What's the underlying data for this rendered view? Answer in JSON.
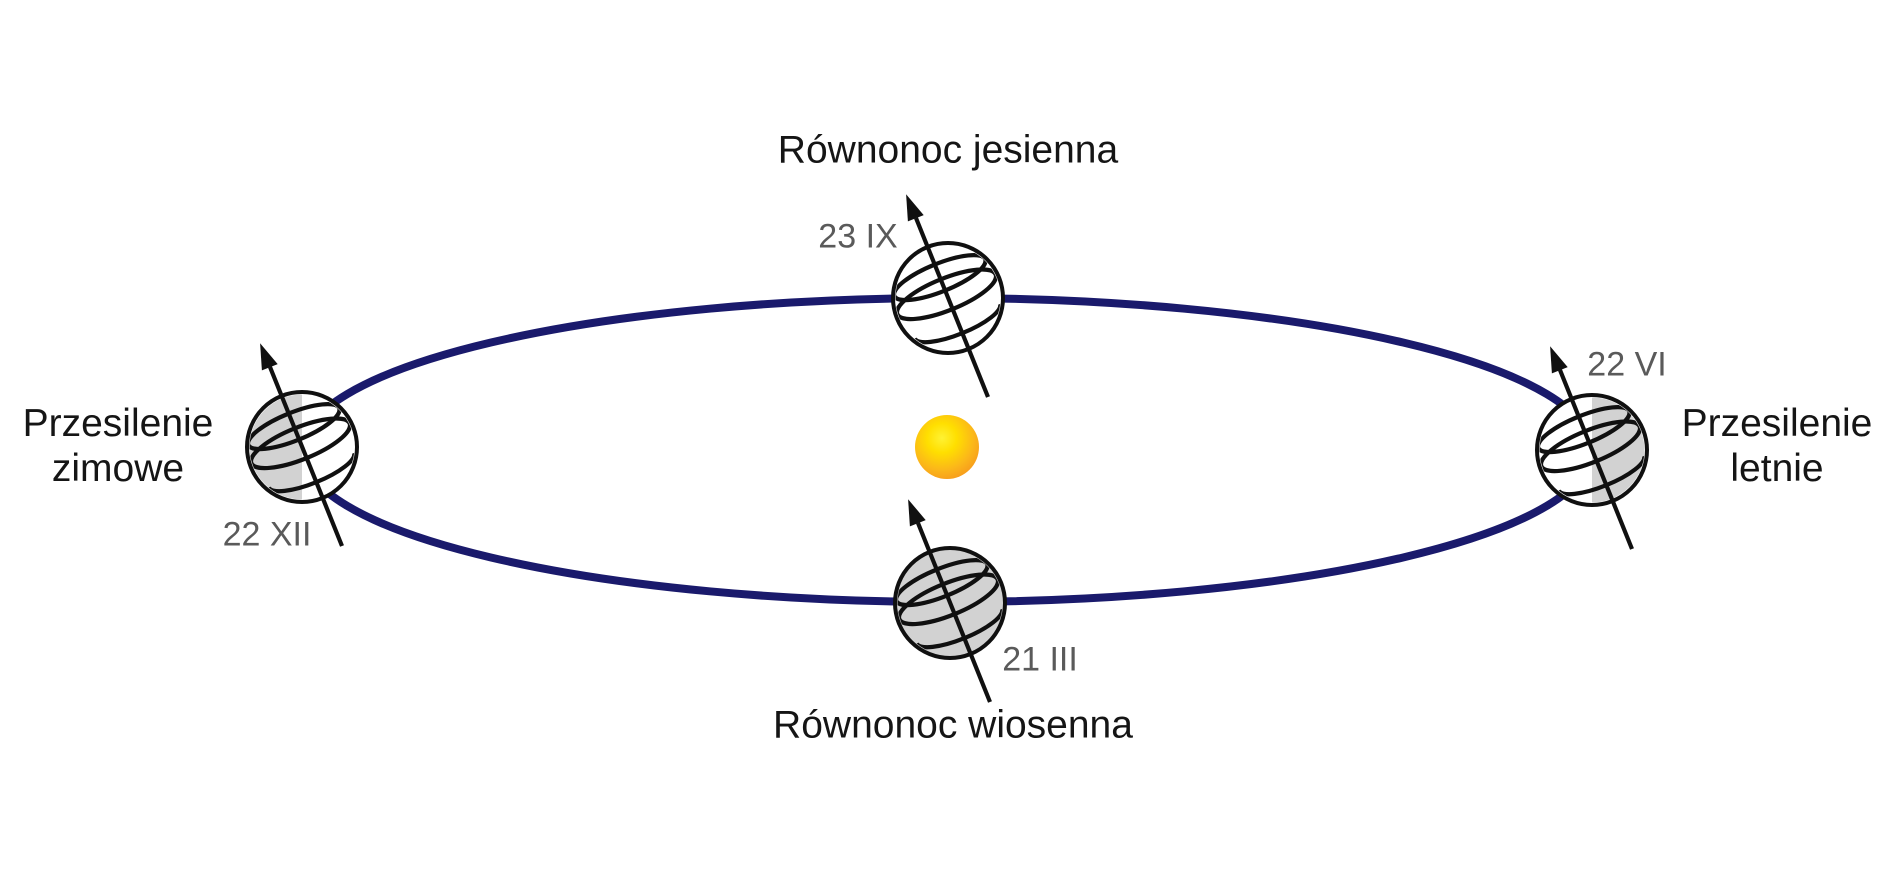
{
  "diagram": {
    "type": "earth-orbit-seasons",
    "language": "pl",
    "background_color": "#ffffff",
    "orbit_color": "#1a1a6c",
    "line_color": "#101010",
    "night_shade_color": "#d2d2d2",
    "label_color": "#151515",
    "date_color": "#5a5a5a",
    "sun": {
      "icon": "sun-icon",
      "core_color": "#fff233",
      "edge_color": "#f6951d"
    },
    "seasons": [
      {
        "key": "autumn_equinox",
        "label": "Równonoc jesienna",
        "date": "23 IX",
        "globe_shading": "none",
        "position": "top"
      },
      {
        "key": "summer_solstice",
        "label": "Przesilenie letnie",
        "date": "22 VI",
        "globe_shading": "right-half",
        "position": "right"
      },
      {
        "key": "spring_equinox",
        "label": "Równonoc wiosenna",
        "date": "21 III",
        "globe_shading": "full",
        "position": "bottom"
      },
      {
        "key": "winter_solstice",
        "label": "Przesilenie zimowe",
        "date": "22 XII",
        "globe_shading": "left-half",
        "position": "left"
      }
    ]
  }
}
